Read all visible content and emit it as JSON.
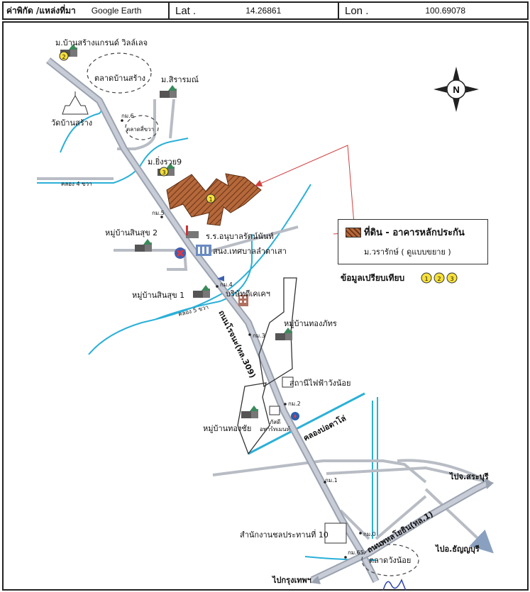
{
  "header": {
    "coord_label": "ค่าพิกัด /แหล่งที่มา",
    "source": "Google Earth",
    "lat_label": "Lat .",
    "lat_value": "14.26861",
    "lon_label": "Lon .",
    "lon_value": "100.69078"
  },
  "legend": {
    "title": "ที่ดิน - อาคารหลักประกัน",
    "subtitle": "ม.วรารักษ์ ( ดูแบบขยาย )",
    "swatch_color": "#a0522d"
  },
  "comparison": {
    "label": "ข้อมูลเปรียบเทียบ",
    "markers": [
      "1",
      "2",
      "3"
    ]
  },
  "markers": {
    "subject": "1",
    "comp2": "2",
    "comp3": "3"
  },
  "compass": {
    "north": "N"
  },
  "labels": {
    "village_sarang_grand": "ม.บ้านสร้างแกรนด์ วิลล์เลจ",
    "market_ban_sarang": "ตลาดบ้านสร้าง",
    "temple_ban_sarang": "วัดบ้านสร้าง",
    "m_sirarom": "ม.สิรารมณ์",
    "km6": "กม.6",
    "market_seekhwa": "ตลาดสี่ขวา",
    "m_yingruay9": "ม.ยิ่งรวย9",
    "canal4": "คลอง 4 ขวา",
    "km5": "กม.5",
    "village_sinsuk2": "หมู่บ้านสินสุข 2",
    "hospital": "ร.ร.อนุบาลรัตน์นันท์",
    "municipal": "สนง.เทศบาลลำตาเสา",
    "km4": "กม.4",
    "village_sinsuk1": "หมู่บ้านสินสุข 1",
    "company": "บริษัทดีเคเคฯ",
    "canal5": "คลอง 5 ขวา",
    "road_rojana": "ถนนโรจนะ(ทล.309)",
    "km3": "กม.3",
    "village_thongphat": "หมู่บ้านทองภัทร",
    "power_station": "สถานีไฟฟ้าวังน้อย",
    "km2": "กม.2",
    "apartment_a": "ภัสดี",
    "apartment_b": "อพาร์ทเมนท์",
    "village_thongchai": "หมู่บ้านทองชัย",
    "canal_bor_ta_lo": "คลองบ่อตาโล่",
    "km1": "กม.1",
    "to_saraburi": "ไปจ.สระบุรี",
    "irrigation": "สำนักงานชลประทานที่ 10",
    "km0": "กม.0",
    "km65": "กม.65",
    "road_phahon": "ถนนพหลโยธิน(ทล.1)",
    "to_thanyaburi": "ไปอ.ธัญญบุรี",
    "market_wangnoi": "ตลาดวังน้อย",
    "to_bangkok": "ไปกรุงเทพฯ"
  }
}
